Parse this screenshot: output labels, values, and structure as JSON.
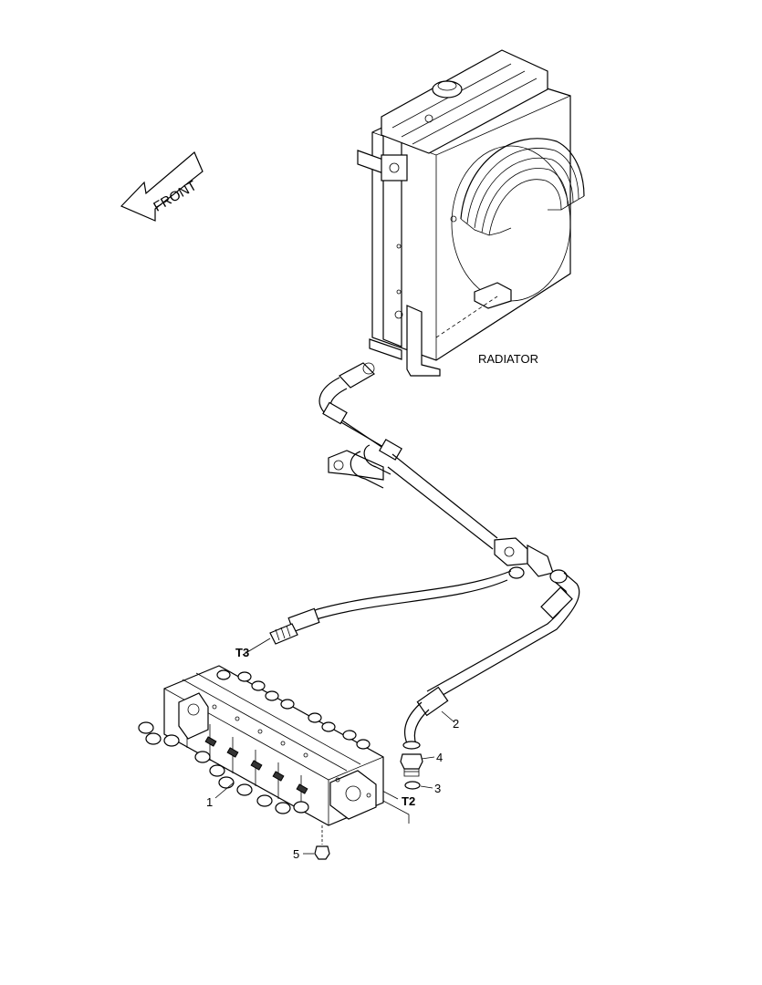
{
  "labels": {
    "front": "FRONT",
    "radiator": "RADIATOR",
    "t3": "T3",
    "t2": "T2",
    "callout_1": "1",
    "callout_2": "2",
    "callout_3": "3",
    "callout_4": "4",
    "callout_5": "5"
  }
}
